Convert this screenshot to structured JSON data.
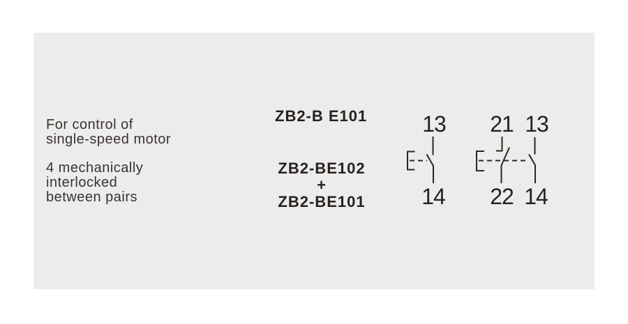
{
  "colors": {
    "page_bg": "#ffffff",
    "card_bg": "#ececea",
    "text": "#393332",
    "label": "#272120",
    "line": "#2b2422"
  },
  "left_text": {
    "paragraph1": [
      "For control of",
      "single-speed motor"
    ],
    "paragraph2": [
      "4 mechanically",
      "interlocked",
      "between pairs"
    ]
  },
  "models": {
    "single": "ZB2-B E101",
    "combo_first": "ZB2-BE102",
    "combo_join": "+",
    "combo_second": "ZB2-BE101"
  },
  "diagrams": {
    "single_contact": {
      "contacts": [
        {
          "type": "NO",
          "top_terminal": "13",
          "bottom_terminal": "14"
        }
      ]
    },
    "interlocked_pair": {
      "contacts": [
        {
          "type": "NC",
          "top_terminal": "21",
          "bottom_terminal": "22"
        },
        {
          "type": "NO",
          "top_terminal": "13",
          "bottom_terminal": "14"
        }
      ]
    }
  }
}
